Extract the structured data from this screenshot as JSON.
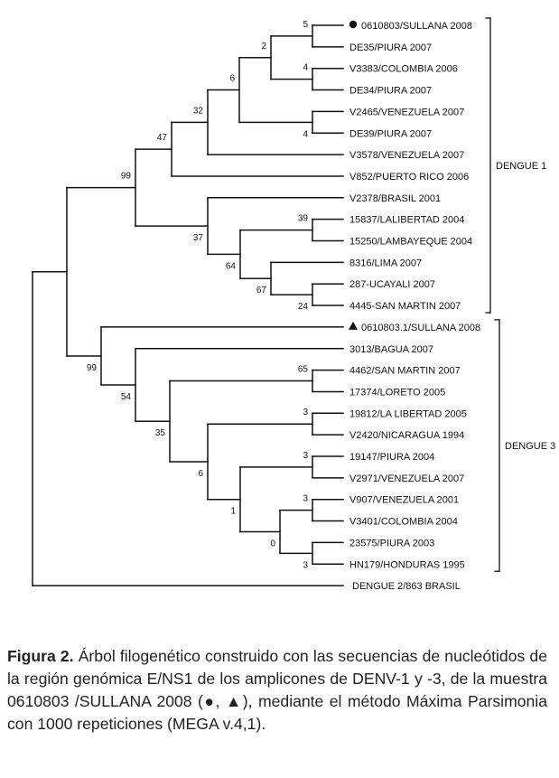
{
  "taxa": [
    "0610803/SULLANA 2008",
    "DE35/PIURA 2007",
    "V3383/COLOMBIA 2006",
    "DE34/PIURA 2007",
    "V2465/VENEZUELA 2007",
    "DE39/PIURA 2007",
    "V3578/VENEZUELA 2007",
    "V852/PUERTO RICO 2006",
    "V2378/BRASIL 2001",
    "15837/LALIBERTAD 2004",
    "15250/LAMBAYEQUE 2004",
    "8316/LIMA 2007",
    "287-UCAYALI 2007",
    "4445-SAN MARTIN 2007",
    "0610803.1/SULLANA 2008",
    "3013/BAGUA 2007",
    "4462/SAN MARTIN 2007",
    "17374/LORETO 2005",
    "19812/LA LIBERTAD 2005",
    "V2420/NICARAGUA 1994",
    "19147/PIURA 2004",
    "V2971/VENEZUELA 2007",
    "V907/VENEZUELA 2001",
    "V3401/COLOMBIA 2004",
    "23575/PIURA 2003",
    "HN179/HONDURAS 1995",
    "DENGUE 2/863 BRASIL"
  ],
  "markers": [
    "circle",
    "none",
    "none",
    "none",
    "none",
    "none",
    "none",
    "none",
    "none",
    "none",
    "none",
    "none",
    "none",
    "none",
    "triangle",
    "none",
    "none",
    "none",
    "none",
    "none",
    "none",
    "none",
    "none",
    "none",
    "none",
    "none",
    "none"
  ],
  "bootstrap": {
    "n1": "5",
    "n2": "4",
    "n3": "2",
    "n4": "4",
    "n5": "6",
    "n6": "32",
    "n7": "47",
    "n8": "39",
    "n9": "24",
    "n10": "67",
    "n11": "64",
    "n12": "37",
    "n13": "99",
    "n14": "65",
    "n15": "3",
    "n16": "3",
    "n17": "3",
    "n18": "3",
    "n19": "0",
    "n20": "1",
    "n21": "6",
    "n22": "35",
    "n23": "54",
    "n24": "99"
  },
  "clades": [
    {
      "label": "DENGUE 1",
      "from": 0,
      "to": 13
    },
    {
      "label": "DENGUE 3",
      "from": 14,
      "to": 25
    }
  ],
  "caption": {
    "lead": "Figura 2.",
    "text": " Árbol filogenético construido con las secuencias de nucleótidos de la región genómica E/NS1 de los amplicones de DENV-1 y -3, de la muestra 0610803 /SULLANA 2008 (●, ▲), mediante el método Máxima Parsimonia con 1000 repeticiones (MEGA v.4,1)."
  }
}
